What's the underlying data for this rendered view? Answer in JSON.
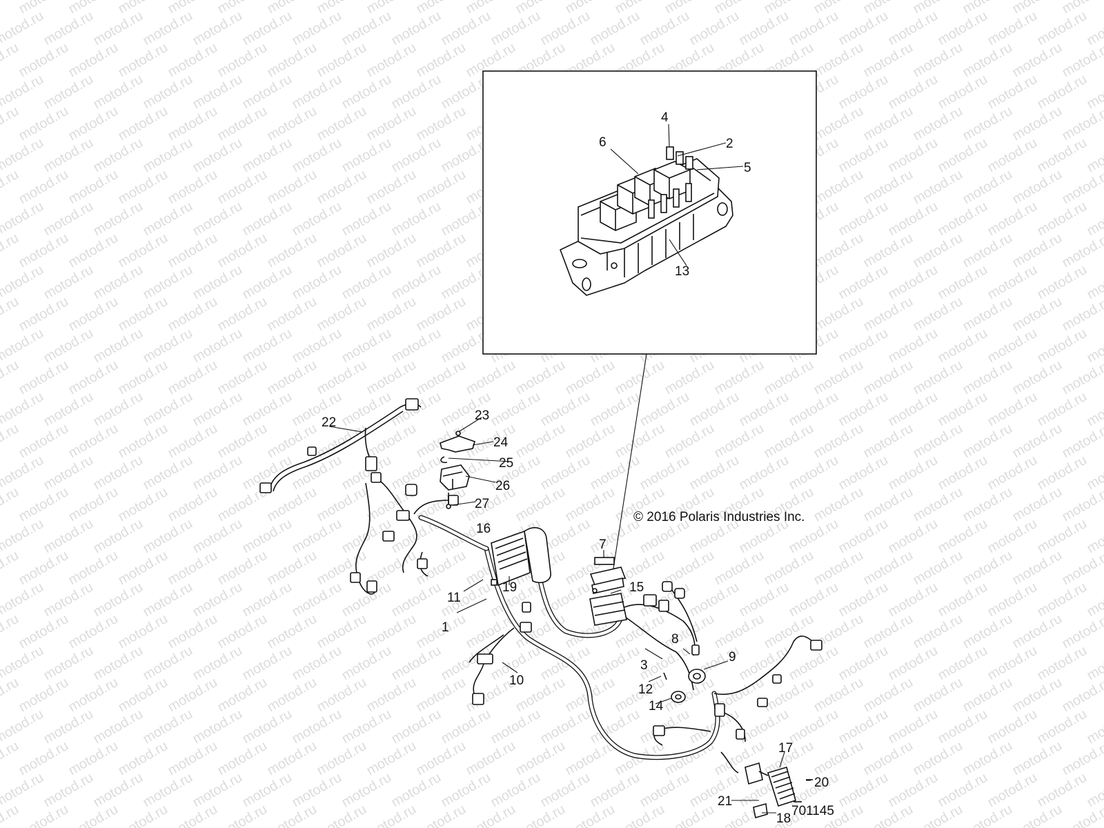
{
  "watermark": {
    "text": "motod.ru"
  },
  "copyright": "© 2016 Polaris Industries Inc.",
  "reference_number": "701145",
  "callouts": [
    {
      "id": "c1",
      "label": "1"
    },
    {
      "id": "c2",
      "label": "2"
    },
    {
      "id": "c3",
      "label": "3"
    },
    {
      "id": "c4",
      "label": "4"
    },
    {
      "id": "c5",
      "label": "5"
    },
    {
      "id": "c6",
      "label": "6"
    },
    {
      "id": "c7",
      "label": "7"
    },
    {
      "id": "c8",
      "label": "8"
    },
    {
      "id": "c9",
      "label": "9"
    },
    {
      "id": "c10",
      "label": "10"
    },
    {
      "id": "c11",
      "label": "11"
    },
    {
      "id": "c12",
      "label": "12"
    },
    {
      "id": "c13",
      "label": "13"
    },
    {
      "id": "c14",
      "label": "14"
    },
    {
      "id": "c15",
      "label": "15"
    },
    {
      "id": "c16",
      "label": "16"
    },
    {
      "id": "c17",
      "label": "17"
    },
    {
      "id": "c18",
      "label": "18"
    },
    {
      "id": "c19",
      "label": "19"
    },
    {
      "id": "c20",
      "label": "20"
    },
    {
      "id": "c21",
      "label": "21"
    },
    {
      "id": "c22",
      "label": "22"
    },
    {
      "id": "c23",
      "label": "23"
    },
    {
      "id": "c24",
      "label": "24"
    },
    {
      "id": "c25",
      "label": "25"
    },
    {
      "id": "c26",
      "label": "26"
    },
    {
      "id": "c27",
      "label": "27"
    }
  ]
}
